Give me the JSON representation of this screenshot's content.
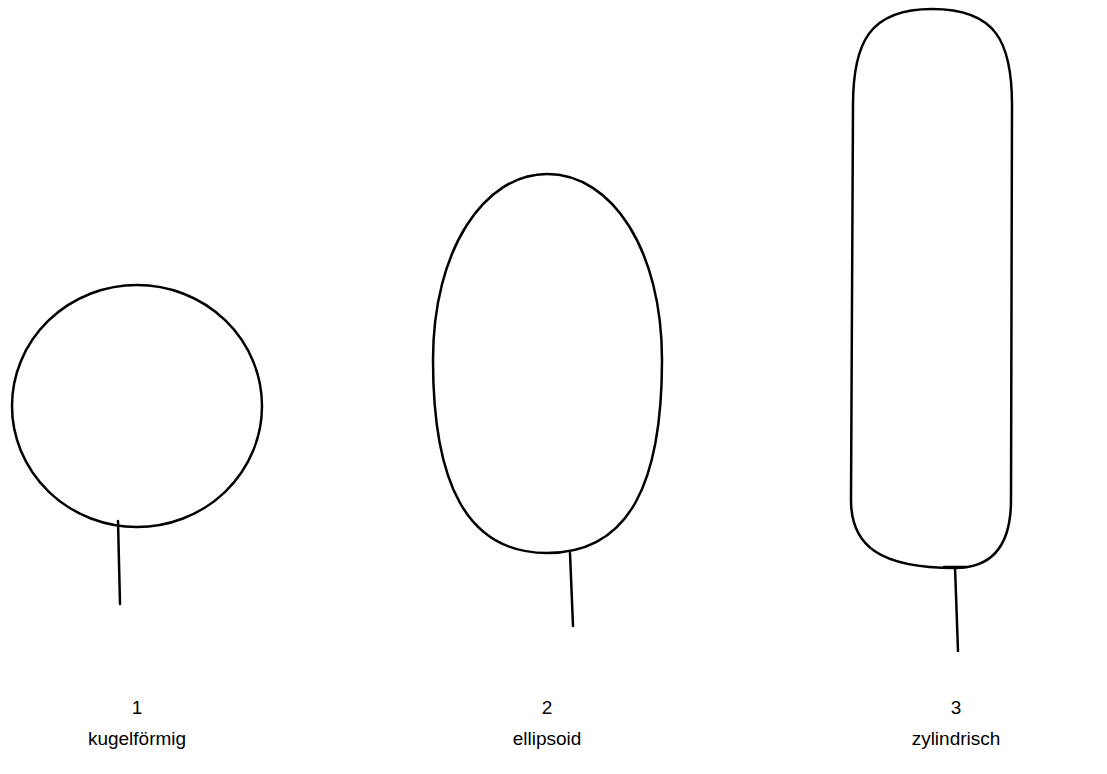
{
  "diagram": {
    "labels": [
      "1",
      "kugelförmig",
      "2",
      "ellipsoid",
      "3",
      "zylindrisch"
    ]
  }
}
